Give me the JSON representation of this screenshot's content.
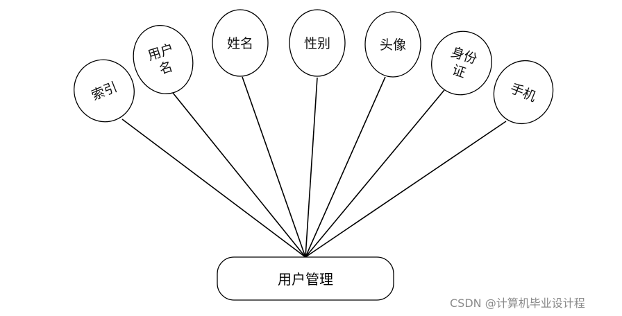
{
  "entity": {
    "label": "用户管理"
  },
  "attributes": [
    {
      "id": "index",
      "lines": [
        "索引"
      ]
    },
    {
      "id": "username",
      "lines": [
        "用户",
        "名"
      ]
    },
    {
      "id": "name",
      "lines": [
        "姓名"
      ]
    },
    {
      "id": "gender",
      "lines": [
        "性别"
      ]
    },
    {
      "id": "avatar",
      "lines": [
        "头像"
      ]
    },
    {
      "id": "idcard",
      "lines": [
        "身份",
        "证"
      ]
    },
    {
      "id": "phone",
      "lines": [
        "手机"
      ]
    }
  ],
  "watermark": "CSDN @计算机毕业设计程"
}
